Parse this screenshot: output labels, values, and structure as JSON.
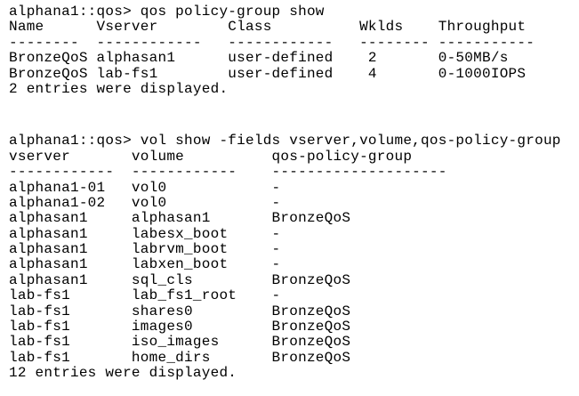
{
  "terminal": {
    "colors": {
      "background": "#ffffff",
      "text": "#000000"
    },
    "prompt": "alphana1::qos>",
    "sections": [
      {
        "command": "qos policy-group show",
        "columns": [
          {
            "header": "Name",
            "start": 0,
            "dashes": 8
          },
          {
            "header": "Vserver",
            "start": 10,
            "dashes": 12
          },
          {
            "header": "Class",
            "start": 25,
            "dashes": 12
          },
          {
            "header": "Wklds",
            "start": 40,
            "dashes": 8
          },
          {
            "header": "Throughput",
            "start": 49,
            "dashes": 11
          }
        ],
        "value_starts": [
          0,
          10,
          25,
          41,
          49
        ],
        "rows": [
          [
            "BronzeQoS",
            "alphasan1",
            "user-defined",
            "2",
            "0-50MB/s"
          ],
          [
            "BronzeQoS",
            "lab-fs1",
            "user-defined",
            "4",
            "0-1000IOPS"
          ]
        ],
        "footer": "2 entries were displayed."
      },
      {
        "command": "vol show -fields vserver,volume,qos-policy-group",
        "columns": [
          {
            "header": "vserver",
            "start": 0,
            "dashes": 12
          },
          {
            "header": "volume",
            "start": 14,
            "dashes": 12
          },
          {
            "header": "qos-policy-group",
            "start": 30,
            "dashes": 20
          }
        ],
        "value_starts": [
          0,
          14,
          30
        ],
        "rows": [
          [
            "alphana1-01",
            "vol0",
            "-"
          ],
          [
            "alphana1-02",
            "vol0",
            "-"
          ],
          [
            "alphasan1",
            "alphasan1",
            "BronzeQoS"
          ],
          [
            "alphasan1",
            "labesx_boot",
            "-"
          ],
          [
            "alphasan1",
            "labrvm_boot",
            "-"
          ],
          [
            "alphasan1",
            "labxen_boot",
            "-"
          ],
          [
            "alphasan1",
            "sql_cls",
            "BronzeQoS"
          ],
          [
            "lab-fs1",
            "lab_fs1_root",
            "-"
          ],
          [
            "lab-fs1",
            "shares0",
            "BronzeQoS"
          ],
          [
            "lab-fs1",
            "images0",
            "BronzeQoS"
          ],
          [
            "lab-fs1",
            "iso_images",
            "BronzeQoS"
          ],
          [
            "lab-fs1",
            "home_dirs",
            "BronzeQoS"
          ]
        ],
        "footer": "12 entries were displayed."
      }
    ]
  }
}
